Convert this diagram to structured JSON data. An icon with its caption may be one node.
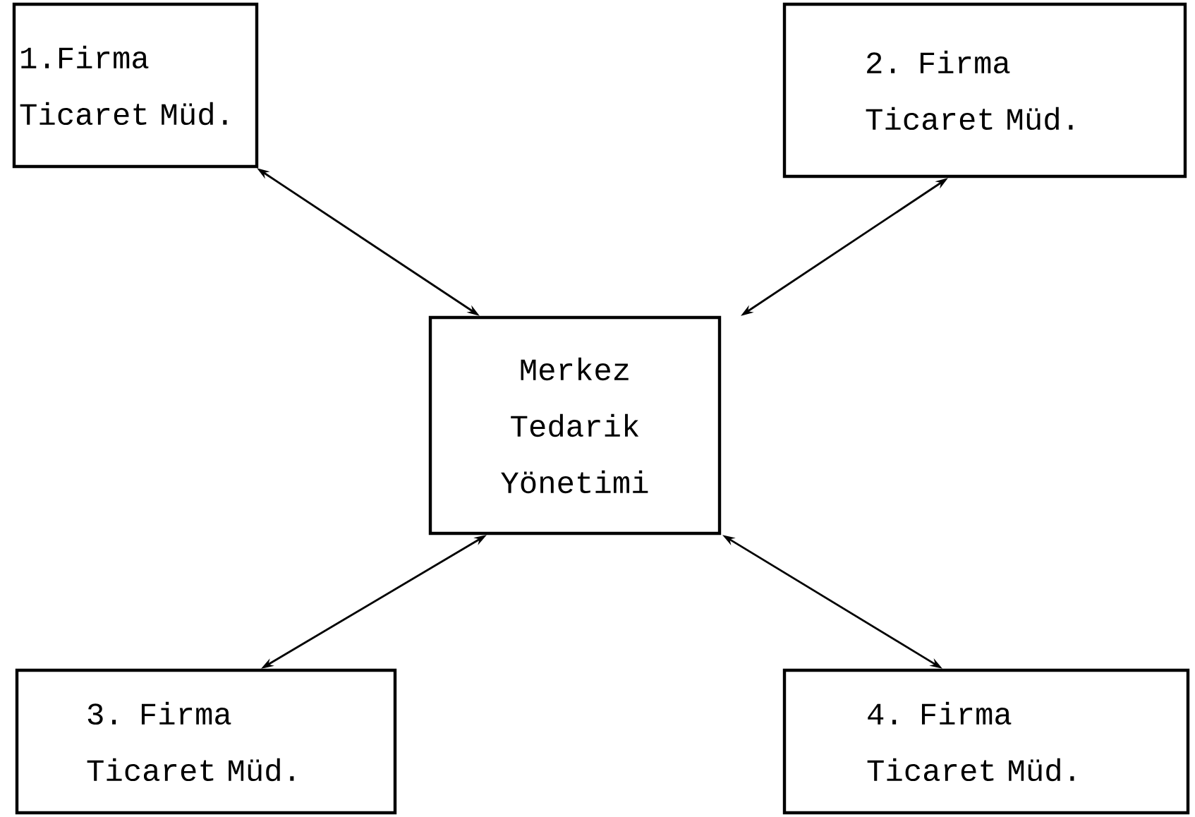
{
  "diagram": {
    "nodes": [
      {
        "text": [
          "1.Firma Ticaret Müd."
        ]
      },
      {
        "text": [
          "2. Firma Ticaret Müd."
        ]
      },
      {
        "text": [
          "Merkez Tedarik Yönetimi"
        ]
      },
      {
        "text": [
          "3. Firma Ticaret Müd."
        ]
      },
      {
        "text": [
          "4. Firma Ticaret Müd."
        ]
      }
    ],
    "edges": [
      {
        "from": 0,
        "to": 2,
        "arrow": "both"
      },
      {
        "from": 1,
        "to": 2,
        "arrow": "both"
      },
      {
        "from": 3,
        "to": 2,
        "arrow": "both"
      },
      {
        "from": 4,
        "to": 2,
        "arrow": "both"
      }
    ]
  }
}
